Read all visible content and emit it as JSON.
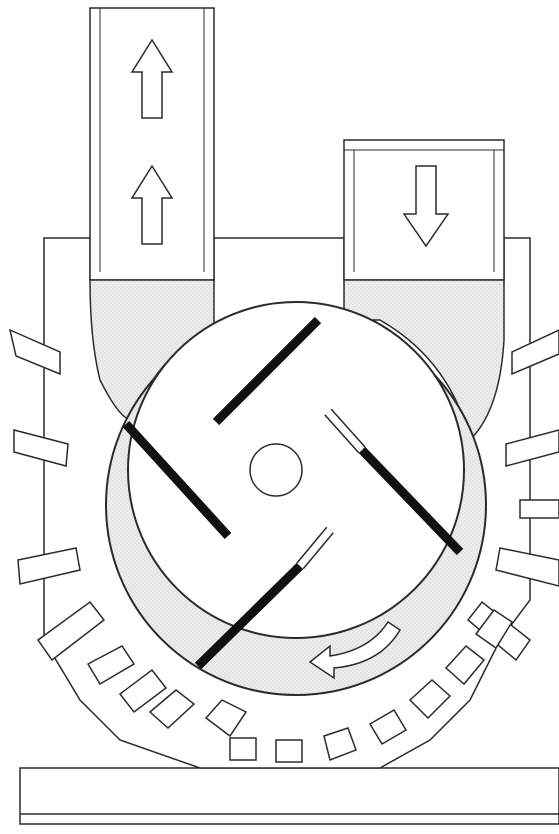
{
  "diagram": {
    "type": "rotary vane pump cross-section",
    "labels": [],
    "colors": {
      "line": "#2b2b2b",
      "fill": "#ffffff",
      "fluid": "#e3e3e3",
      "vane": "#111111"
    },
    "parts": {
      "outlet_port": {
        "flow_direction": "up",
        "arrow_icon": "arrow-up-icon",
        "arrow_count": 2
      },
      "inlet_port": {
        "flow_direction": "down",
        "arrow_icon": "arrow-down-icon",
        "arrow_count": 1
      },
      "rotor": {
        "vane_count": 4,
        "rotation": "clockwise",
        "rotation_icon": "curved-arrow-icon"
      },
      "housing": {
        "cooling_fins": true
      }
    }
  }
}
